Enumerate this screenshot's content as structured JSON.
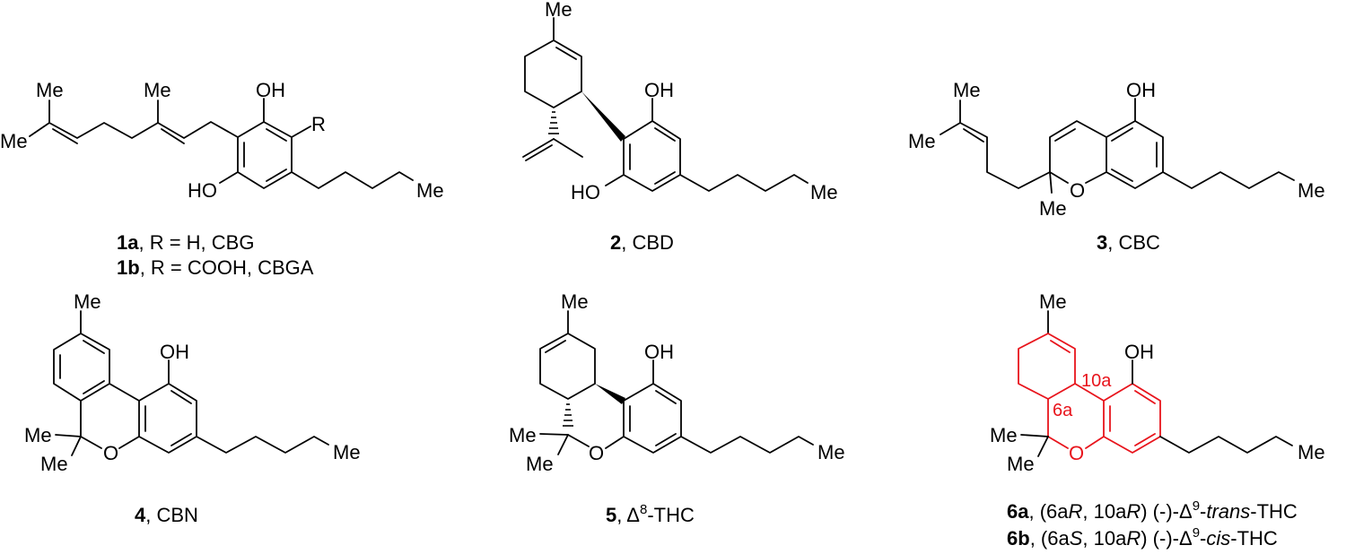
{
  "figure": {
    "accent_color": "#e8141c",
    "compounds": [
      {
        "id": "1",
        "atom_labels": [
          "Me",
          "Me",
          "Me",
          "OH",
          "R",
          "HO",
          "Me"
        ],
        "captions": [
          {
            "num": "1a",
            "text": ", R = H, CBG"
          },
          {
            "num": "1b",
            "text": ", R = COOH, CBGA"
          }
        ]
      },
      {
        "id": "2",
        "atom_labels": [
          "Me",
          "OH",
          "HO",
          "Me"
        ],
        "captions": [
          {
            "num": "2",
            "text": ", CBD"
          }
        ]
      },
      {
        "id": "3",
        "atom_labels": [
          "Me",
          "Me",
          "OH",
          "O",
          "Me",
          "Me"
        ],
        "captions": [
          {
            "num": "3",
            "text": ", CBC"
          }
        ]
      },
      {
        "id": "4",
        "atom_labels": [
          "Me",
          "OH",
          "Me",
          "Me",
          "O",
          "Me"
        ],
        "captions": [
          {
            "num": "4",
            "text": ", CBN"
          }
        ]
      },
      {
        "id": "5",
        "atom_labels": [
          "Me",
          "OH",
          "Me",
          "Me",
          "O",
          "Me"
        ],
        "captions": [
          {
            "num": "5",
            "pre": ", ",
            "delta": "Δ",
            "sup": "8",
            "post": "-THC"
          }
        ]
      },
      {
        "id": "6",
        "atom_labels": [
          "Me",
          "OH",
          "Me",
          "Me",
          "O",
          "Me"
        ],
        "locants": [
          "10a",
          "6a"
        ],
        "captions": [
          {
            "num": "6a",
            "p1": ", (6a",
            "i1": "R",
            "p2": ", 10a",
            "i2": "R",
            "p3": ") (-)-",
            "delta": "Δ",
            "sup": "9",
            "dash": "-",
            "stereo": "trans",
            "post": "-THC"
          },
          {
            "num": "6b",
            "p1": ", (6a",
            "i1": "S",
            "p2": ", 10a",
            "i2": "R",
            "p3": ") (-)-",
            "delta": "Δ",
            "sup": "9",
            "dash": "-",
            "stereo": "cis",
            "post": "-THC"
          }
        ]
      }
    ]
  }
}
